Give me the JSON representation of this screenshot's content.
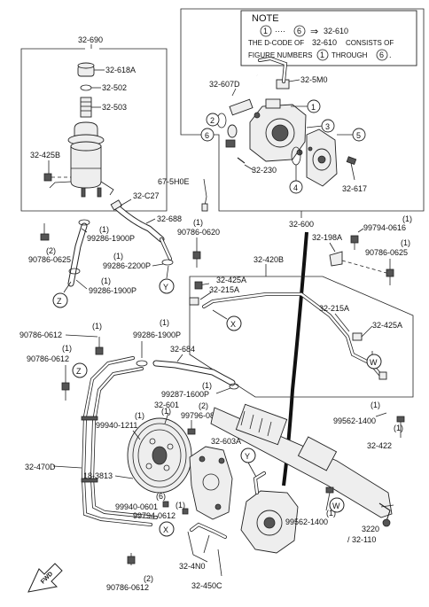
{
  "note": {
    "title": "NOTE",
    "circle_a": "1",
    "dots": "····",
    "circle_b": "6",
    "arrow": "⇒",
    "arrow_target": "32-610",
    "line2_a": "THE D-CODE OF",
    "line2_part": "32-610",
    "line2_b": "CONSISTS OF",
    "line3_a": "FIGURE NUMBERS",
    "line3_circle_a": "1",
    "line3_mid": "THROUGH",
    "line3_circle_b": "6",
    "line3_end": "."
  },
  "parts": {
    "p32_690": "32-690",
    "p32_618A": "32-618A",
    "p32_502": "32-502",
    "p32_503": "32-503",
    "p32_425B": "32-425B",
    "p32_C27": "32-C27",
    "p32_688": "32-688",
    "p99286_1900P_a": "99286-1900P",
    "p90786_0625_a": "90786-0625",
    "p99286_2200P": "99286-2200P",
    "p99286_1900P_b": "99286-1900P",
    "p90786_0620": "90786-0620",
    "p32_607D": "32-607D",
    "p32_5M0": "32-5M0",
    "p67_5H0E": "67-5H0E",
    "p32_230": "32-230",
    "p32_617": "32-617",
    "p32_600": "32-600",
    "p32_198A": "32-198A",
    "p99794_0616": "99794-0616",
    "p90786_0625_b": "90786-0625",
    "p32_420B": "32-420B",
    "p32_425A_a": "32-425A",
    "p32_215A_a": "32-215A",
    "p32_215A_b": "32-215A",
    "p32_425A_b": "32-425A",
    "p90786_0612_a": "90786-0612",
    "p90786_0612_b": "90786-0612",
    "p99286_1900P_c": "99286-1900P",
    "p32_684": "32-684",
    "p99287_1600P": "99287-1600P",
    "p32_601": "32-601",
    "p99940_1211": "99940-1211",
    "p99796_0816": "99796-0816",
    "p32_603A": "32-603A",
    "p32_470D": "32-470D",
    "p18_3813": "18-3813",
    "p99940_0601": "99940-0601",
    "p99794_0612": "99794-0612",
    "p99562_1400_a": "99562-1400",
    "p32_422": "32-422",
    "p99562_1400_b": "99562-1400",
    "p3220": "3220",
    "p32_110": "/ 32-110",
    "p32_4N0": "32-4N0",
    "p32_450C": "32-450C",
    "p90786_0612_c": "90786-0612"
  },
  "qty": {
    "one": "(1)",
    "two": "(2)",
    "six": "(6)"
  },
  "markers": {
    "Z": "Z",
    "Y": "Y",
    "X": "X",
    "W": "W"
  },
  "callouts": {
    "c1": "1",
    "c2": "2",
    "c3": "3",
    "c4": "4",
    "c5": "5",
    "c6": "6"
  },
  "fwd_label": "FWD"
}
